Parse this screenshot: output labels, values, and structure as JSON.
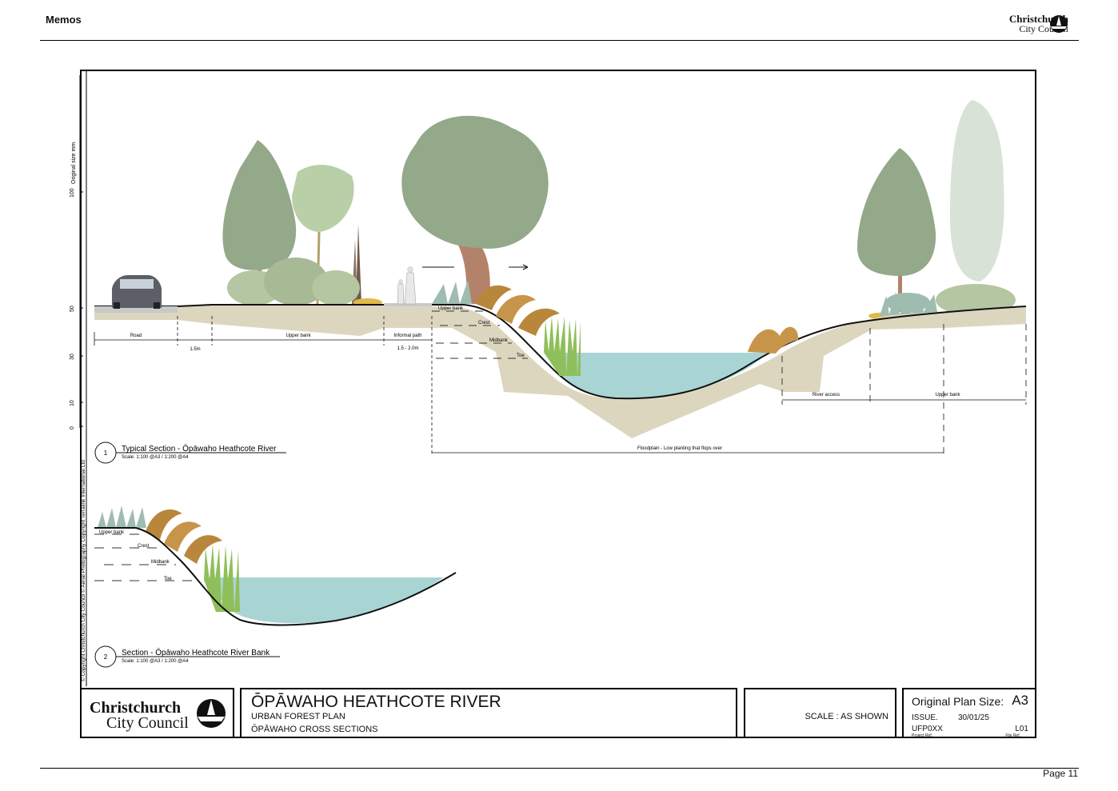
{
  "header": {
    "title": "Memos",
    "logo_line1": "Christchurch",
    "logo_line2": "City Council"
  },
  "footer": {
    "page": "Page 11"
  },
  "ruler": {
    "label": "Original size mm",
    "ticks": [
      "100",
      "50",
      "30",
      "10",
      "0"
    ]
  },
  "copyright": "© Copyright Christchurch City Council  © Aerial Photography Copyright Terralink International Ltd",
  "section1": {
    "number": "1",
    "title": "Typical Section - Ōpāwaho Heathcote River",
    "scale": "Scale: 1:100 @A3 / 1:200 @A4",
    "labels": {
      "road": "Road",
      "upper_bank_left": "Upper bank",
      "informal_path": "Informal path",
      "width_1": "1.5m",
      "width_2": "1.5 - 2.0m",
      "upper_bank": "Upper bank",
      "crest": "Crest",
      "midbank": "Midbank",
      "toe": "Toe",
      "river_access": "River access",
      "upper_bank_right": "Upper bank",
      "floodplain": "Floodplain - Low planting that flops over"
    }
  },
  "section2": {
    "number": "2",
    "title": "Section - Ōpāwaho Heathcote River Bank",
    "scale": "Scale: 1:100 @A3 / 1:200 @A4",
    "labels": {
      "upper_bank": "Upper bank",
      "crest": "Crest",
      "midbank": "Midbank",
      "toe": "Toe"
    }
  },
  "title_block": {
    "logo_line1": "Christchurch",
    "logo_line2": "City Council",
    "title": "ŌPĀWAHO HEATHCOTE RIVER",
    "subtitle1": "URBAN FOREST PLAN",
    "subtitle2": "ŌPĀWAHO CROSS SECTIONS",
    "scale": "SCALE : AS SHOWN",
    "plan_size_label": "Original Plan Size:",
    "plan_size": "A3",
    "issue_label": "ISSUE.",
    "issue_date": "30/01/25",
    "project_ref": "UFP0XX",
    "revision": "L01",
    "project_ref_label": "Project Ref.",
    "file_ref_label": "File Ref."
  },
  "colors": {
    "tree_green": "#93a98a",
    "light_tree": "#b8cfa8",
    "pale_tree": "#d9e2d6",
    "trunk": "#b3826a",
    "soil": "#ddd6bf",
    "water": "#a9d4d4",
    "grass": "#8fbf5a",
    "tussock": "#b8873c"
  }
}
